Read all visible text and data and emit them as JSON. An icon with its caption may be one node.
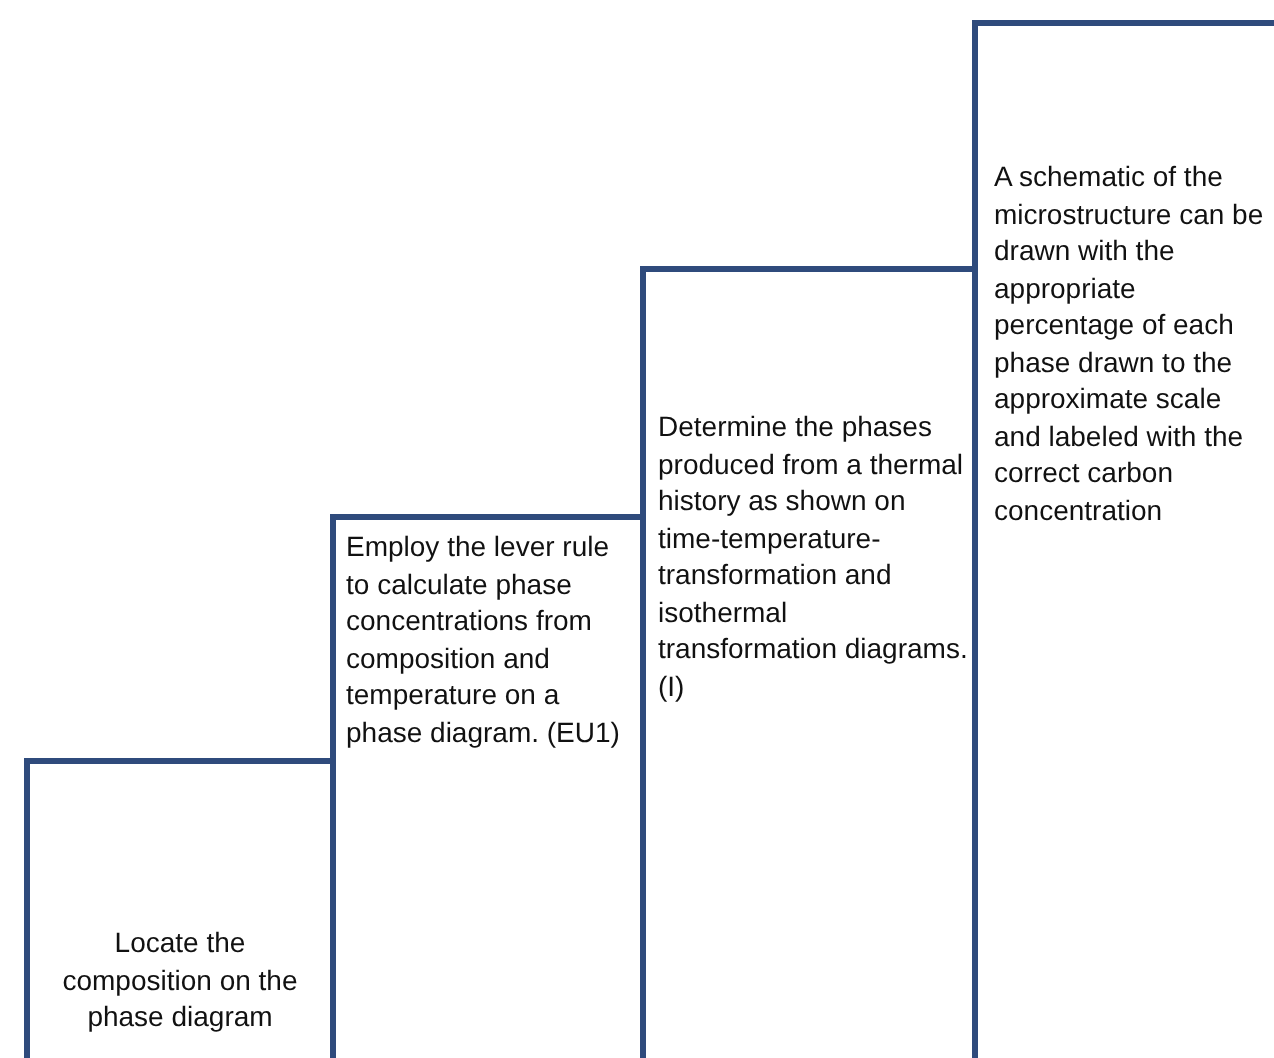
{
  "diagram": {
    "nodes": [
      {
        "text": [
          "Locate the composition on the phase diagram"
        ]
      },
      {
        "text": [
          "Employ the lever rule to calculate phase concentrations from composition and temperature on a phase diagram. (EU1)"
        ]
      },
      {
        "text": [
          "Determine the phases produced from a thermal history as shown on time-temperature-transformation and isothermal transformation diagrams. (I)"
        ]
      },
      {
        "text": [
          "A schematic of the microstructure can be drawn with the appropriate percentage of each phase drawn to the approximate scale and labeled with the correct carbon concentration"
        ]
      }
    ]
  }
}
